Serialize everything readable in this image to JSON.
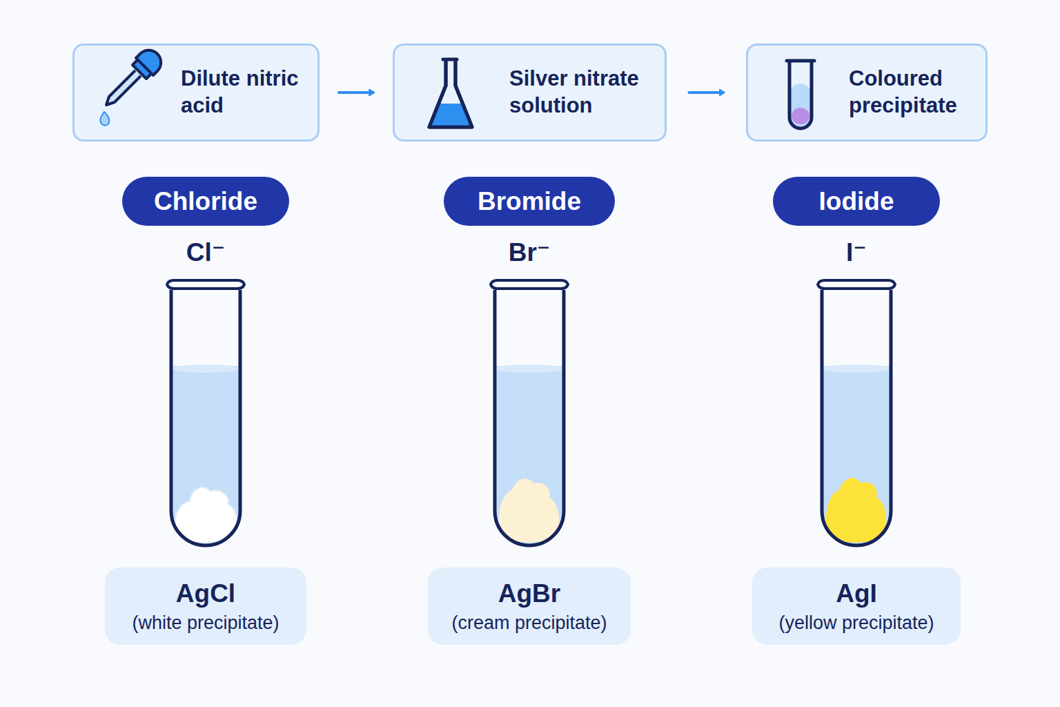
{
  "diagram": {
    "nodes": [
      {
        "text": [
          "Dilute nitric acid"
        ]
      },
      {
        "text": [
          "Silver nitrate solution"
        ]
      },
      {
        "text": [
          "Coloured precipitate"
        ]
      },
      {
        "text": [
          "Chloride"
        ]
      },
      {
        "text": [
          "Bromide"
        ]
      },
      {
        "text": [
          "Iodide"
        ]
      },
      {
        "text": [
          "AgCl",
          "(white precipitate)"
        ]
      },
      {
        "text": [
          "AgBr",
          "(cream precipitate)"
        ]
      },
      {
        "text": [
          "AgI",
          "(yellow precipitate)"
        ]
      }
    ],
    "edges": [
      {
        "from": 0,
        "to": 1,
        "arrow": "to"
      },
      {
        "from": 1,
        "to": 2,
        "arrow": "to"
      }
    ],
    "labels": [
      "Cl⁻",
      "Br⁻",
      "I⁻"
    ]
  }
}
